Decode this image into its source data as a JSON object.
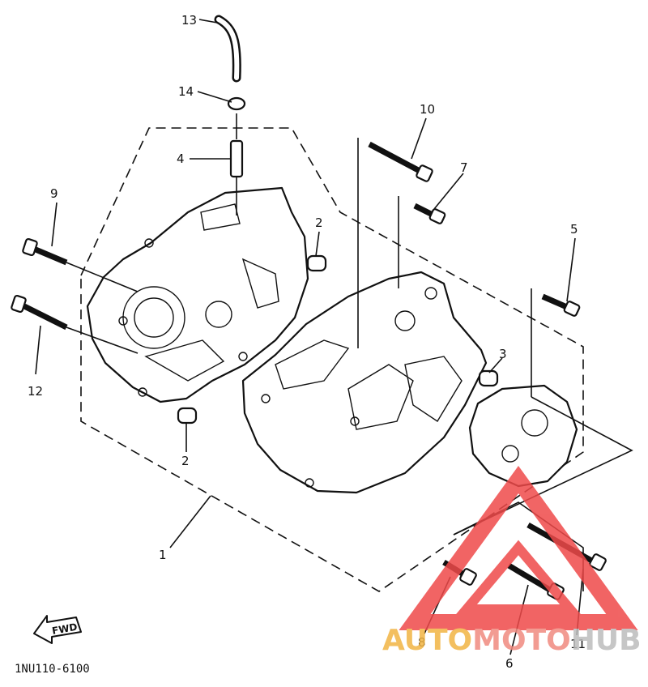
{
  "callouts": [
    "13",
    "14",
    "4",
    "9",
    "2",
    "12",
    "2",
    "10",
    "7",
    "5",
    "3",
    "1",
    "8",
    "6",
    "11"
  ],
  "direction_label": "FWD",
  "diagram_code": "1NU110-6100",
  "watermark": {
    "part1": "AUTO",
    "part2": "MOTO",
    "part3": "HUB",
    "colors": {
      "part1": "#f2b544",
      "part2": "#f08a80",
      "part3": "#bdbdbd",
      "triangle": "#ef4a4a"
    }
  }
}
